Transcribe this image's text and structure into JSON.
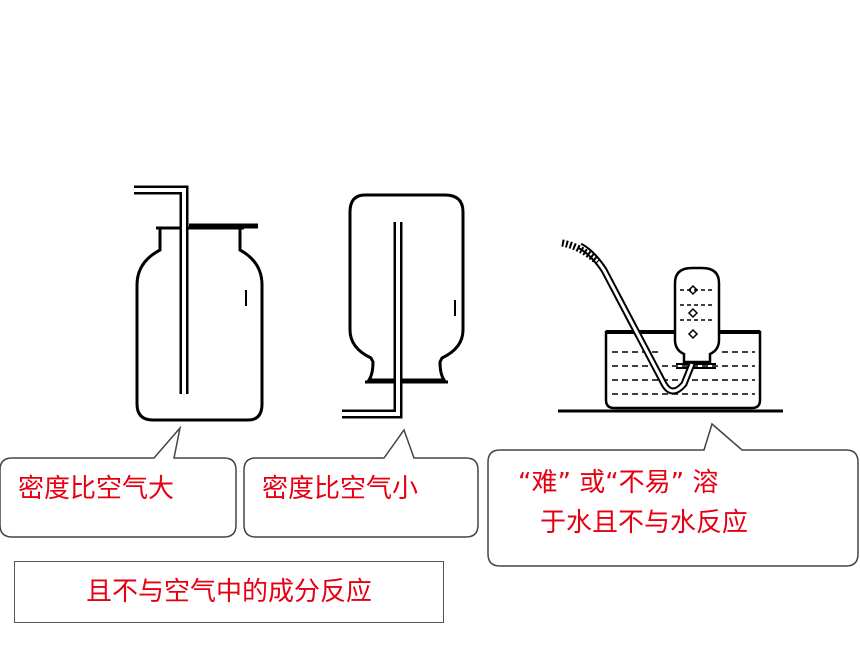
{
  "callouts": {
    "left": "密度比空气大",
    "middle": "密度比空气小",
    "right_line1": "“难” 或“不易” 溶",
    "right_line2": "于水且不与水反应"
  },
  "note": "且不与空气中的成分反应",
  "colors": {
    "text": "#e60012",
    "line": "#000000",
    "callout_border": "#444444"
  }
}
